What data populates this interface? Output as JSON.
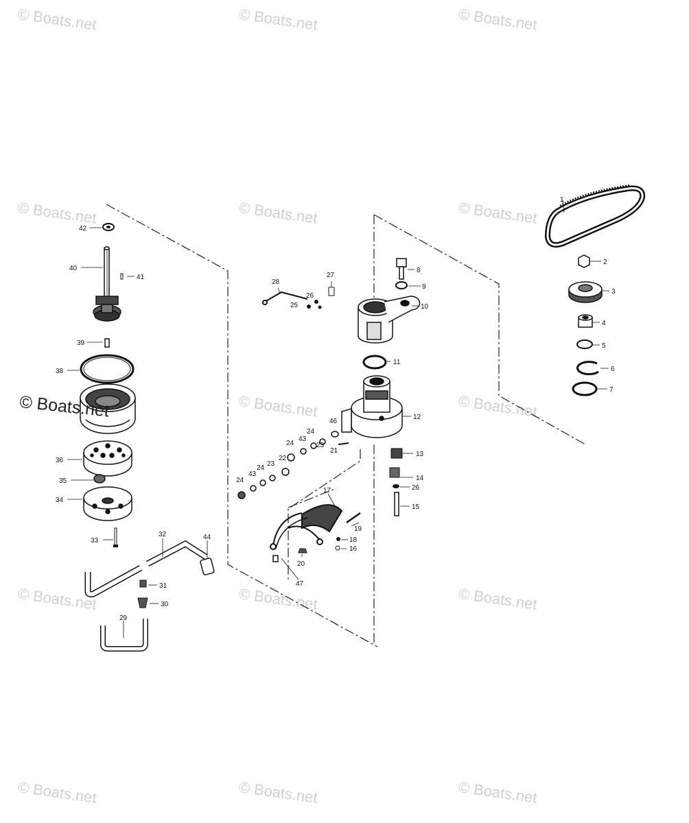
{
  "watermark": "© Boats.net",
  "callouts": [
    "1",
    "2",
    "3",
    "4",
    "5",
    "6",
    "7",
    "8",
    "9",
    "10",
    "11",
    "12",
    "13",
    "14",
    "15",
    "16",
    "17",
    "18",
    "19",
    "20",
    "21",
    "22",
    "23",
    "24",
    "25",
    "26",
    "27",
    "28",
    "29",
    "30",
    "31",
    "32",
    "33",
    "34",
    "35",
    "36",
    "38",
    "39",
    "40",
    "41",
    "42",
    "43",
    "44",
    "46",
    "47"
  ]
}
